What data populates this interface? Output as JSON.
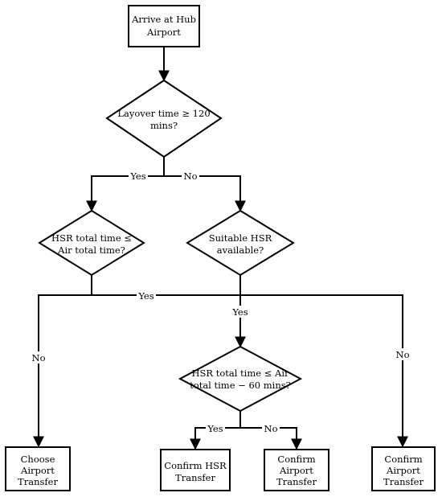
{
  "diagram": {
    "nodes": {
      "arrive": {
        "lines": [
          "Arrive at Hub",
          "Airport"
        ]
      },
      "layover": {
        "lines": [
          "Layover time ≥ 120",
          "mins?"
        ]
      },
      "hsr_total": {
        "lines": [
          "HSR total time ≤",
          "Air total time?"
        ]
      },
      "suitable_hsr": {
        "lines": [
          "Suitable HSR",
          "available?"
        ]
      },
      "hsr_total_60": {
        "lines": [
          "HSR total time ≤ Air",
          "total time − 60 mins?"
        ]
      },
      "choose_airport": {
        "lines": [
          "Choose",
          "Airport",
          "Transfer"
        ]
      },
      "confirm_hsr": {
        "lines": [
          "Confirm HSR",
          "Transfer"
        ]
      },
      "confirm_airport_1": {
        "lines": [
          "Confirm",
          "Airport",
          "Transfer"
        ]
      },
      "confirm_airport_2": {
        "lines": [
          "Confirm",
          "Airport",
          "Transfer"
        ]
      }
    },
    "edge_labels": {
      "layover_yes": "Yes",
      "layover_no": "No",
      "hsr_total_yes": "Yes",
      "hsr_total_no": "No",
      "suitable_yes": "Yes",
      "suitable_no": "No",
      "hsr60_yes": "Yes",
      "hsr60_no": "No"
    }
  }
}
